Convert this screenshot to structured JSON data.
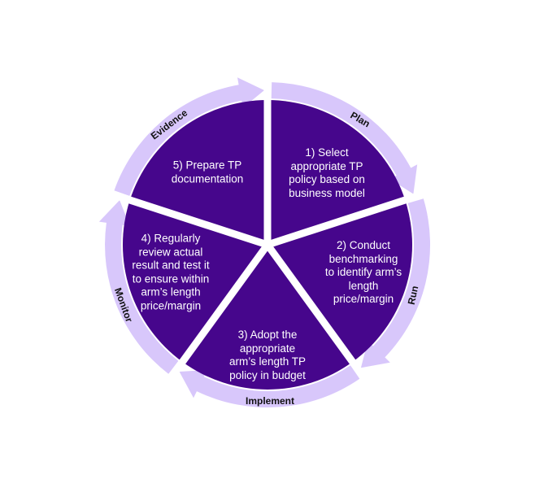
{
  "colors": {
    "wedge": "#46068c",
    "ring": "#d8c7fb",
    "gap": "#ffffff",
    "phase_text": "#111111",
    "step_text": "#ffffff"
  },
  "phases": [
    {
      "label": "Plan",
      "step": "1) Select\nappropriate TP\npolicy based on\nbusiness model"
    },
    {
      "label": "Run",
      "step": "2) Conduct\nbenchmarking\nto identify arm’s\nlength\nprice/margin"
    },
    {
      "label": "Implement",
      "step": "3) Adopt the\nappropriate\narm’s length TP\npolicy in budget"
    },
    {
      "label": "Monitor",
      "step": "4) Regularly\nreview actual\nresult and test it\nto ensure within\narm’s length\nprice/margin"
    },
    {
      "label": "Evidence",
      "step": "5) Prepare TP\ndocumentation"
    }
  ]
}
